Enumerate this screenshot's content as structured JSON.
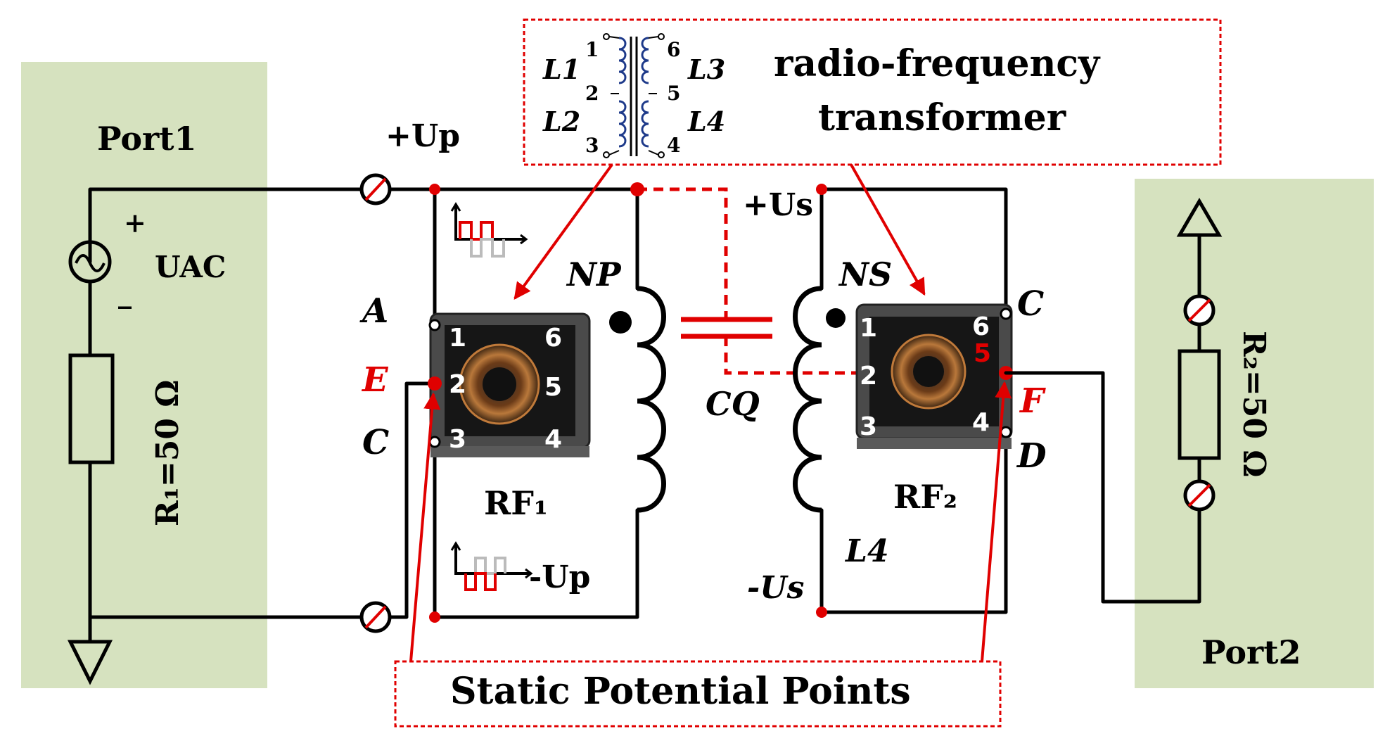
{
  "labels": {
    "port1": "Port1",
    "port2": "Port2",
    "uac": "UAC",
    "plus": "+",
    "minus": "_",
    "r1": "R₁=50 Ω",
    "r2": "R₂=50 Ω",
    "up_plus": "+Up",
    "up_minus": "-Up",
    "us_plus": "+Us",
    "us_minus": "-Us",
    "np": "NP",
    "ns": "NS",
    "cq": "CQ",
    "a": "A",
    "c_left": "C",
    "e": "E",
    "c_right": "C",
    "d": "D",
    "f": "F",
    "l4": "L4",
    "rf1": "RF₁",
    "rf2": "RF₂",
    "static_points": "Static Potential Points",
    "rf_line1": "radio-frequency",
    "rf_line2": "transformer",
    "l1": "L1",
    "l2": "L2",
    "l3": "L3",
    "l4_inset": "L4"
  },
  "pins": {
    "rf1": [
      "1",
      "2",
      "3",
      "6",
      "5",
      "4"
    ],
    "rf2": [
      "1",
      "2",
      "3",
      "6",
      "5",
      "4"
    ],
    "inset_left": [
      "1",
      "2",
      "3"
    ],
    "inset_right": [
      "6",
      "5",
      "4"
    ]
  },
  "colors": {
    "port_bg": "#d6e2bf",
    "accent_red": "#e00000",
    "wire": "#000000"
  }
}
